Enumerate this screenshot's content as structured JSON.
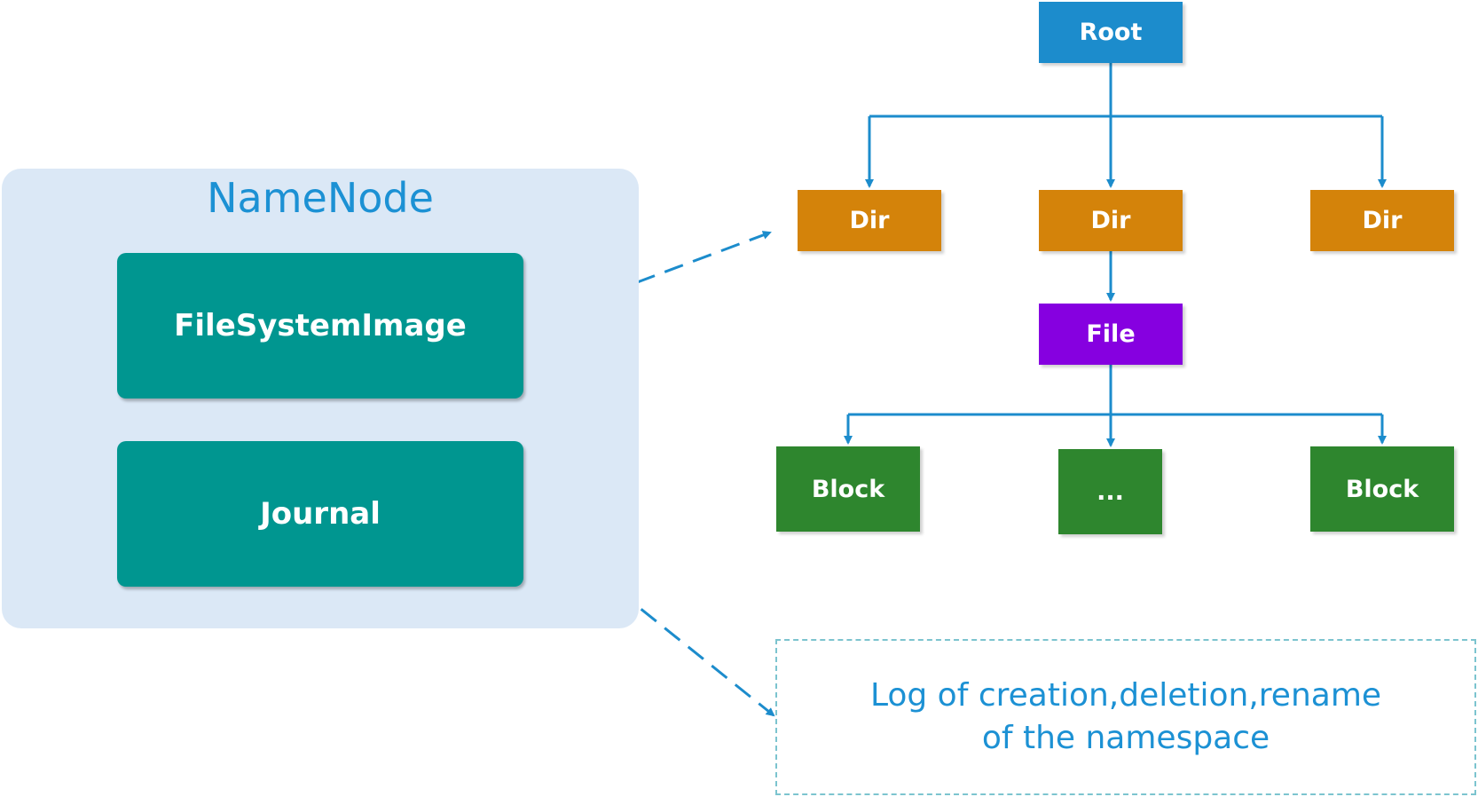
{
  "namenode": {
    "title": "NameNode",
    "components": {
      "fsimage": "FileSystemImage",
      "journal": "Journal"
    }
  },
  "tree": {
    "root": "Root",
    "dirs": [
      "Dir",
      "Dir",
      "Dir"
    ],
    "file": "File",
    "blocks": [
      "Block",
      "...",
      "Block"
    ]
  },
  "log": {
    "line1": "Log of creation,deletion,rename",
    "line2": "of the namespace"
  },
  "colors": {
    "panel": "#dbe8f6",
    "panel_title": "#1c91d4",
    "component": "#009690",
    "root": "#1c8ccc",
    "dir": "#d4830a",
    "file": "#8600e0",
    "block": "#2e862e",
    "connector": "#1c8ccc",
    "dashed_border": "#7cc4cf"
  }
}
